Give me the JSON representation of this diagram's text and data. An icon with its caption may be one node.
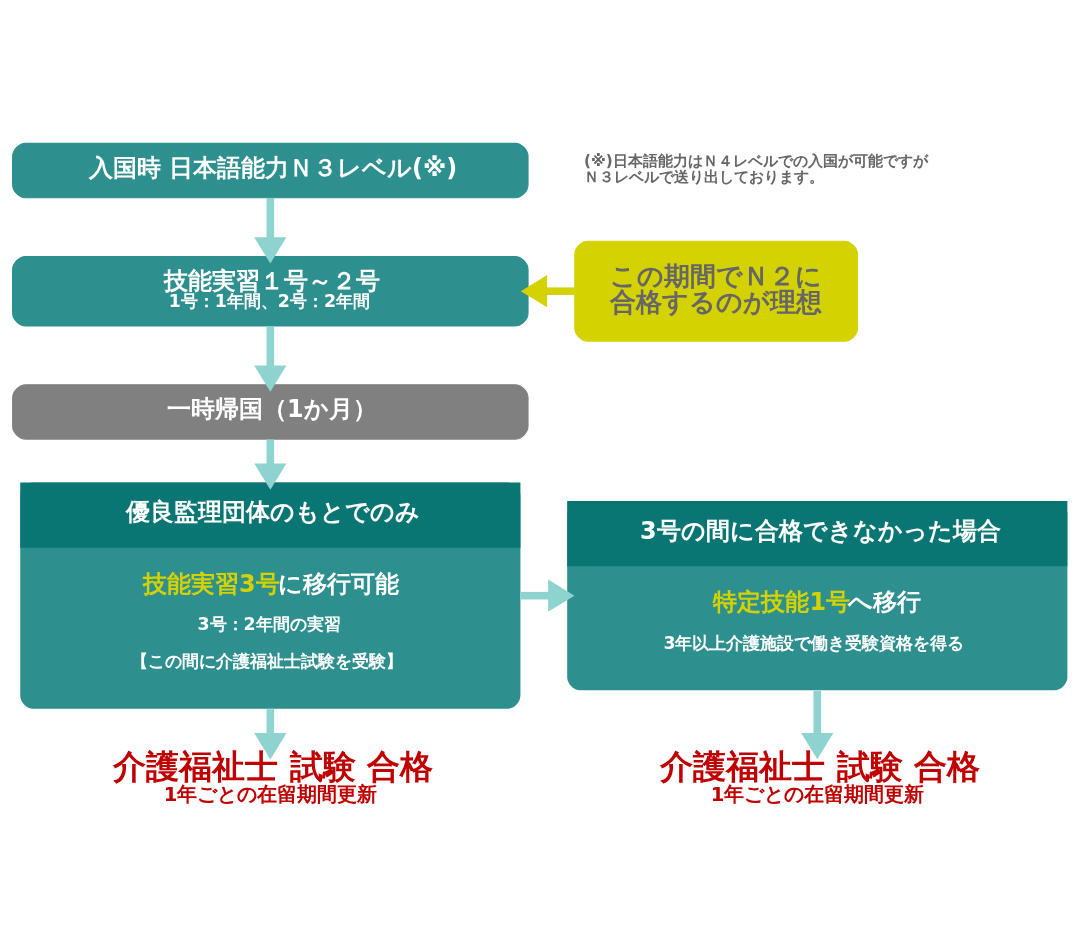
{
  "diagram": {
    "nodes": [
      {
        "text": [
          "入国時 日本語能力Ｎ３レベル(※)"
        ]
      },
      {
        "text": [
          "技能実習１号～２号",
          "1号：1年間、2号：2年間"
        ]
      },
      {
        "text": [
          "この期間でＮ２に合格するのが理想"
        ]
      },
      {
        "text": [
          "一時帰国（1か月）"
        ]
      },
      {
        "text": [
          "優良監理団体のもとでのみ",
          "**技能実習3号**に移行可能",
          "3号：2年間の実習",
          "【この間に介護福祉士試験を受験】"
        ]
      },
      {
        "text": [
          "3号の間に合格できなかった場合",
          "**特定技能1号**へ移行",
          "3年以上介護施設で働き受験資格を得る"
        ]
      },
      {
        "text": [
          "介護福祉士 試験 合格",
          "1年ごとの在留期間更新"
        ]
      },
      {
        "text": [
          "介護福祉士 試験 合格",
          "1年ごとの在留期間更新"
        ]
      }
    ],
    "edges": [
      {
        "from": 0,
        "to": 1,
        "arrow": "to"
      },
      {
        "from": 2,
        "to": 1,
        "arrow": "to",
        "color": "#d4d200"
      },
      {
        "from": 1,
        "to": 3,
        "arrow": "to"
      },
      {
        "from": 3,
        "to": 4,
        "arrow": "to"
      },
      {
        "from": 4,
        "to": 5,
        "arrow": "to"
      },
      {
        "from": 4,
        "to": 6,
        "arrow": "to"
      },
      {
        "from": 5,
        "to": 7,
        "arrow": "to"
      }
    ],
    "labels": [
      "(※)日本語能力はＮ４レベルでの入国が可能ですがＮ３レベルで送り出しております。"
    ]
  }
}
